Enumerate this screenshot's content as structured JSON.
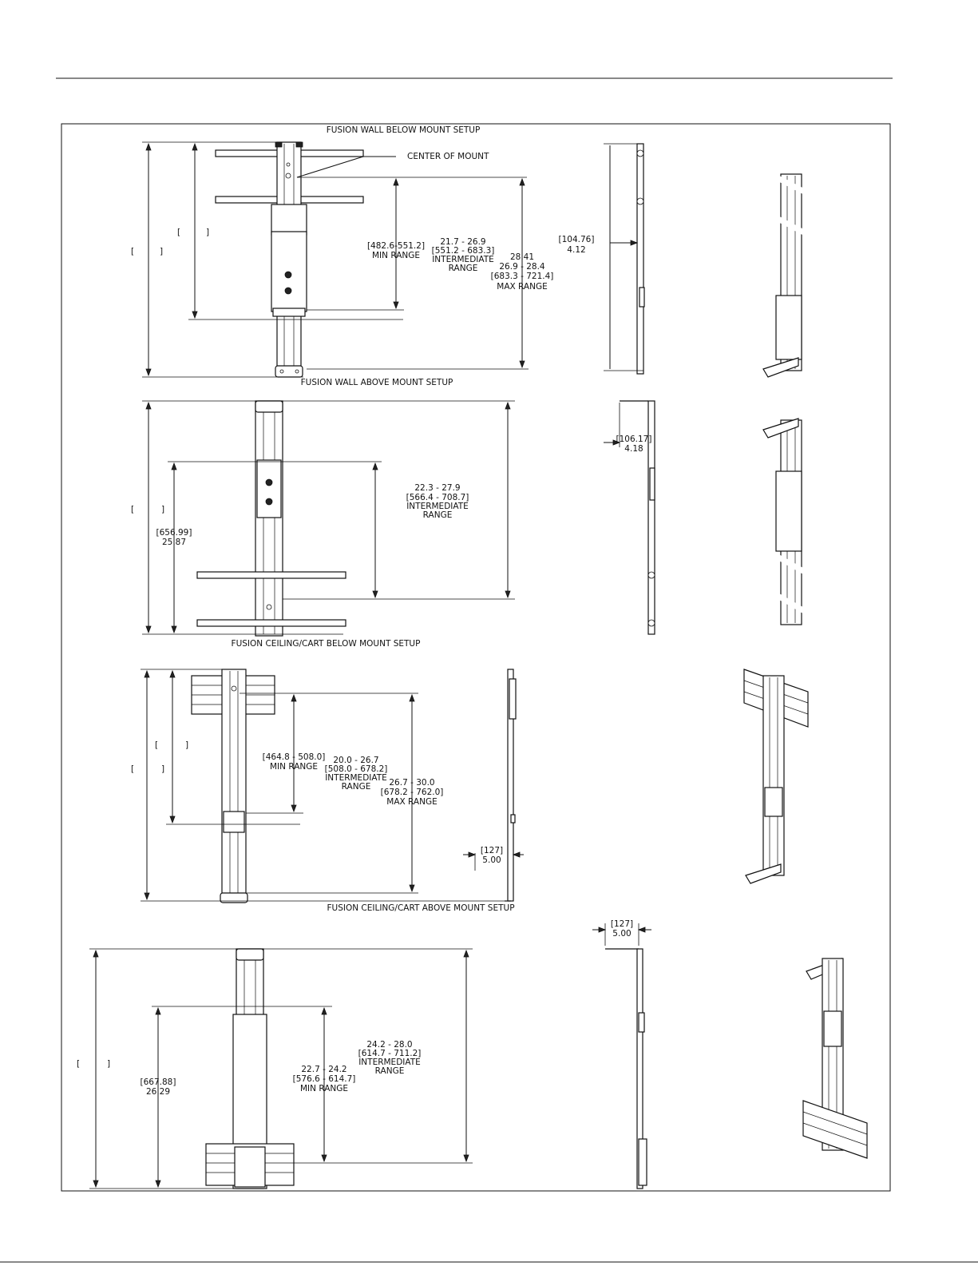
{
  "titles": {
    "wall_below": "FUSION WALL BELOW MOUNT SETUP",
    "wall_above": "FUSION WALL ABOVE MOUNT SETUP",
    "ceiling_below": "FUSION CEILING/CART BELOW MOUNT SETUP",
    "ceiling_above": "FUSION CEILING/CART ABOVE MOUNT SETUP"
  },
  "callouts": {
    "center_of_mount": "CENTER OF MOUNT"
  },
  "view1": {
    "min": [
      "[482.6-551.2]",
      "MIN RANGE"
    ],
    "inter": [
      "21.7 - 26.9",
      "[551.2 - 683.3]",
      "INTERMEDIATE",
      "RANGE"
    ],
    "max": [
      "28.41",
      "26.9 - 28.4",
      "[683.3 - 721.4]",
      "MAX RANGE"
    ],
    "side": [
      "[104.76]",
      "4.12"
    ]
  },
  "view2": {
    "inter": [
      "22.3 - 27.9",
      "[566.4 - 708.7]",
      "INTERMEDIATE",
      "RANGE"
    ],
    "left": [
      "[656.99]",
      "25.87"
    ],
    "side": [
      "[106.17]",
      "4.18"
    ]
  },
  "view3": {
    "min": [
      "[464.8 - 508.0]",
      "MIN RANGE"
    ],
    "inter": [
      "20.0 - 26.7",
      "[508.0 - 678.2]",
      "INTERMEDIATE",
      "RANGE"
    ],
    "max": [
      "26.7 - 30.0",
      "[678.2 - 762.0]",
      "MAX RANGE"
    ],
    "side": [
      "[127]",
      "5.00"
    ]
  },
  "view4": {
    "inter": [
      "24.2 - 28.0",
      "[614.7 - 711.2]",
      "INTERMEDIATE",
      "RANGE"
    ],
    "min": [
      "22.7 - 24.2",
      "[576.6 - 614.7]",
      "MIN RANGE"
    ],
    "left": [
      "[667.88]",
      "26.29"
    ],
    "side": [
      "[127]",
      "5.00"
    ]
  },
  "empty_brackets": [
    "[",
    "]"
  ]
}
